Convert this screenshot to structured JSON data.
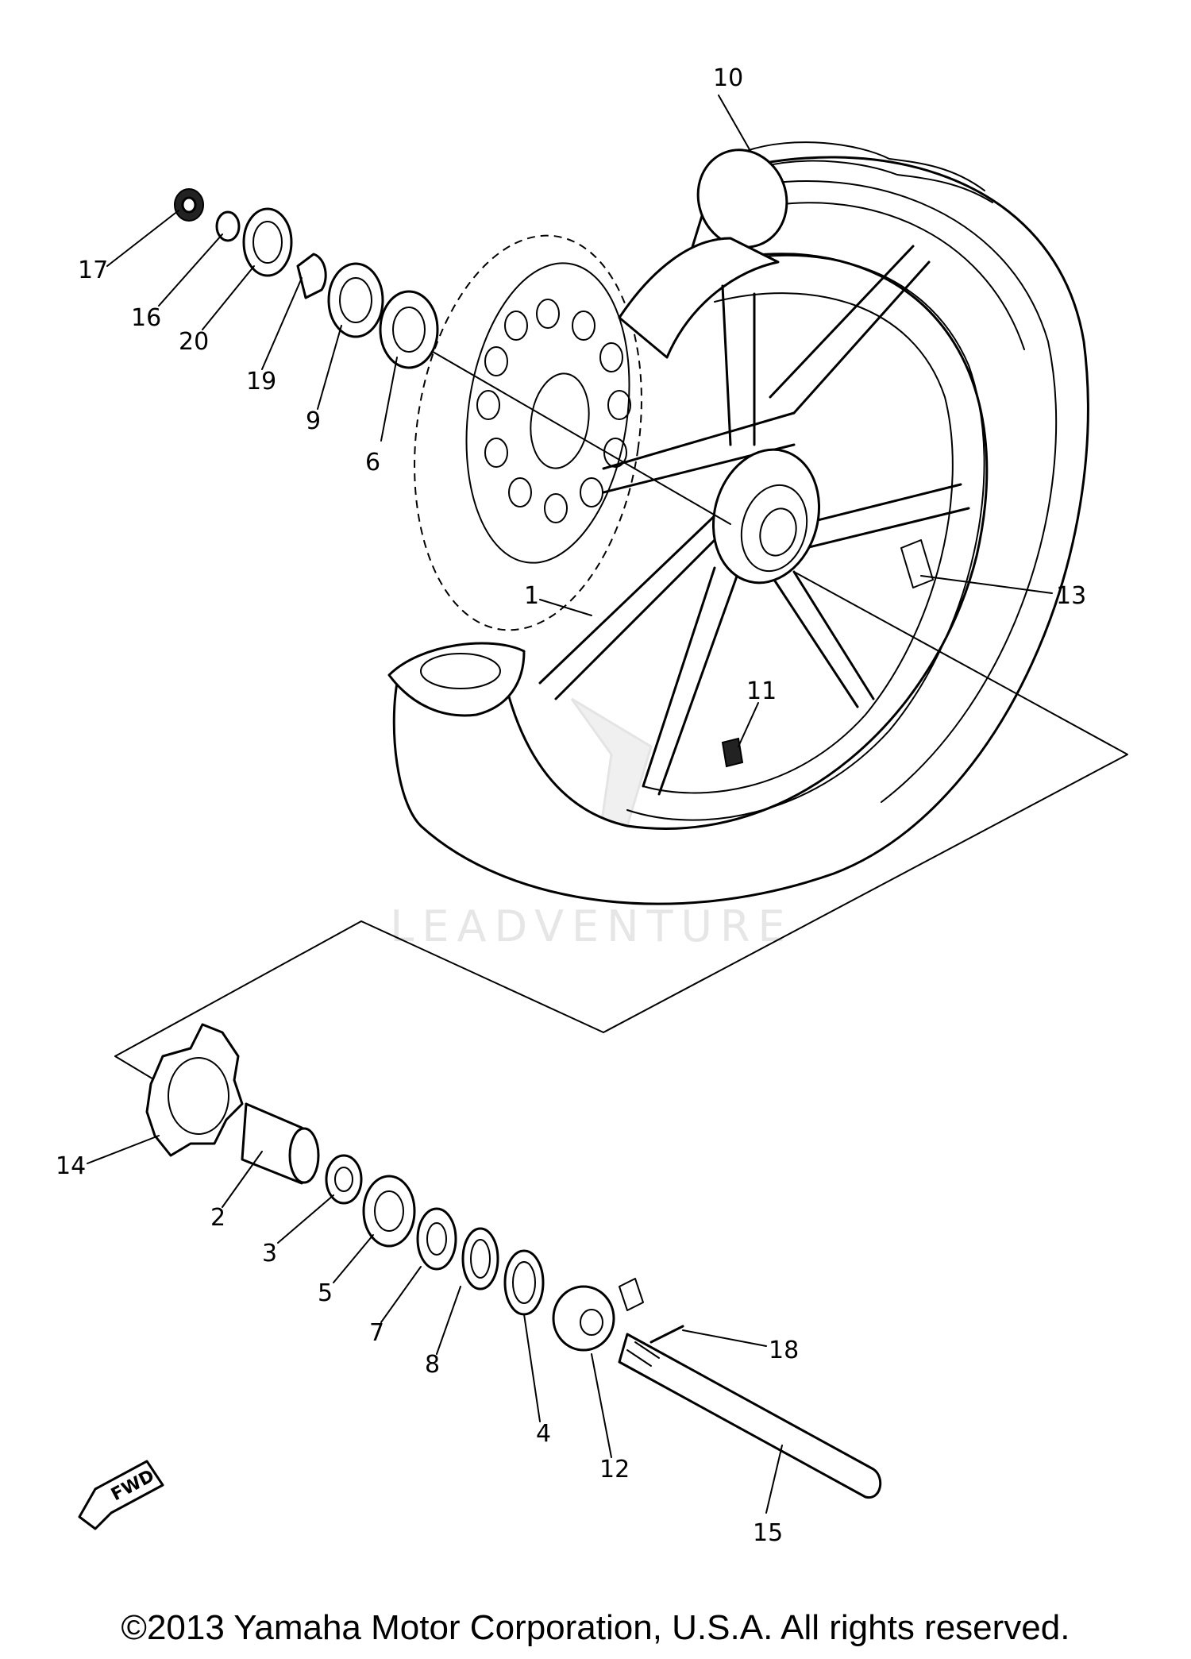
{
  "callouts": {
    "c1": "1",
    "c2": "2",
    "c3": "3",
    "c4": "4",
    "c5": "5",
    "c6": "6",
    "c7": "7",
    "c8": "8",
    "c9": "9",
    "c10": "10",
    "c11": "11",
    "c12": "12",
    "c13": "13",
    "c14": "14",
    "c15": "15",
    "c16": "16",
    "c17": "17",
    "c18": "18",
    "c19": "19",
    "c20": "20"
  },
  "watermark": "LEADVENTURE",
  "fwd_label": "FWD",
  "copyright": "©2013 Yamaha Motor Corporation, U.S.A. All rights reserved.",
  "colors": {
    "line": "#000000",
    "background": "#ffffff",
    "watermark": "#e6e6e6"
  }
}
